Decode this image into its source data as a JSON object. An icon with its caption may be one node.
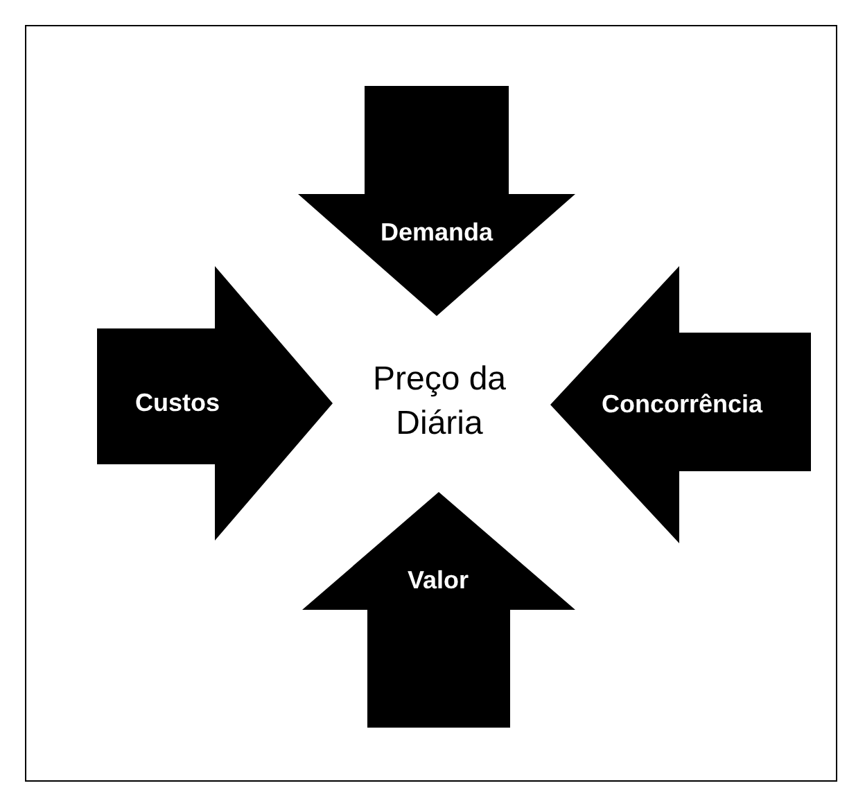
{
  "diagram": {
    "nodes": [
      {
        "text": [
          "Demanda"
        ]
      },
      {
        "text": [
          "Custos"
        ]
      },
      {
        "text": [
          "Preço da Diária"
        ]
      },
      {
        "text": [
          "Concorrência"
        ]
      },
      {
        "text": [
          "Valor"
        ]
      }
    ]
  }
}
